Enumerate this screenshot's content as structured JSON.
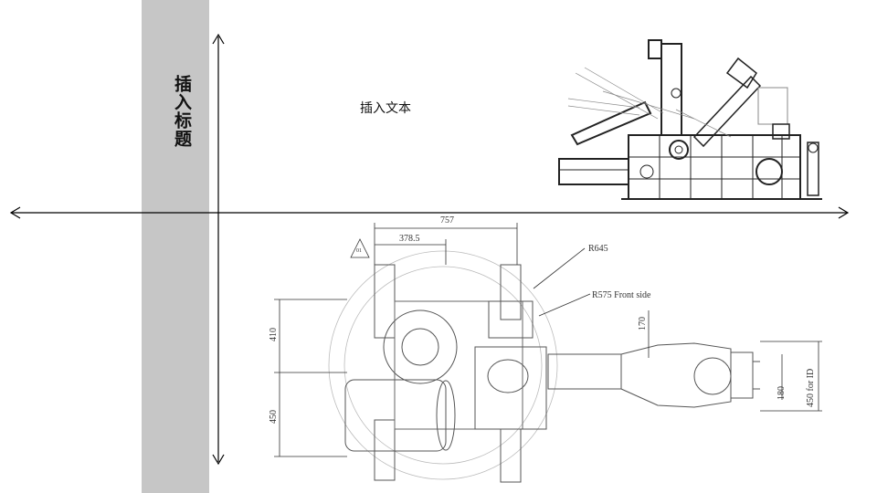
{
  "sidebar": {
    "title": "插入标题"
  },
  "body_text": "插入文本",
  "colors": {
    "sidebar": "#c6c6c6",
    "line": "#000000",
    "drawing": "#444444"
  },
  "drawing": {
    "labels": {
      "dim_757": "757",
      "dim_378_5": "378.5",
      "r645": "R645",
      "r575": "R575 Front side",
      "dim_410": "410",
      "dim_450_left": "450",
      "dim_170": "170",
      "dim_180": "180",
      "dim_450_id": "450 for ID",
      "tri_01": "01"
    }
  }
}
